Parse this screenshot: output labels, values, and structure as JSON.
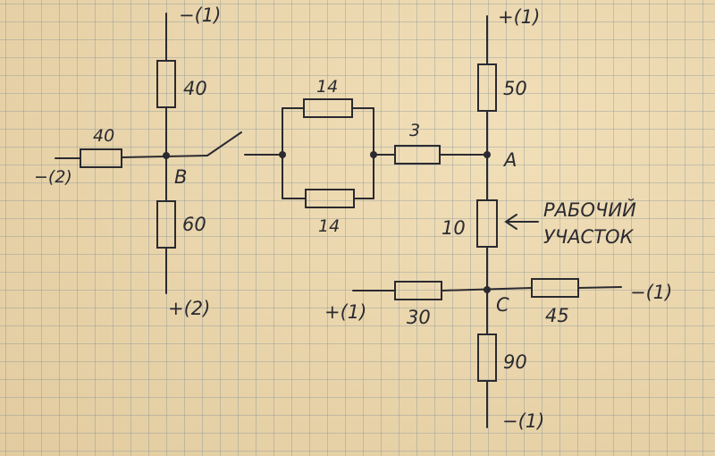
{
  "terminals": {
    "top_left": "−(1)",
    "left": "−(2)",
    "bottom_left": "+(2)",
    "top_right": "+(1)",
    "mid_left_c": "+(1)",
    "right_c": "−(1)",
    "bottom_right": "−(1)"
  },
  "resistors": {
    "r40_vertical": "40",
    "r40_horizontal": "40",
    "r60": "60",
    "r14_top": "14",
    "r14_bottom": "14",
    "r3": "3",
    "r50": "50",
    "r10": "10",
    "r30": "30",
    "r45": "45",
    "r90": "90"
  },
  "nodes": {
    "B": "B",
    "A": "A",
    "C": "C"
  },
  "annotation": {
    "line1": "РАБОЧИЙ",
    "line2": "УЧАСТОК"
  },
  "colors": {
    "ink": "#2a2a30",
    "paper": "#ead6ab",
    "grid": "#788c96"
  }
}
